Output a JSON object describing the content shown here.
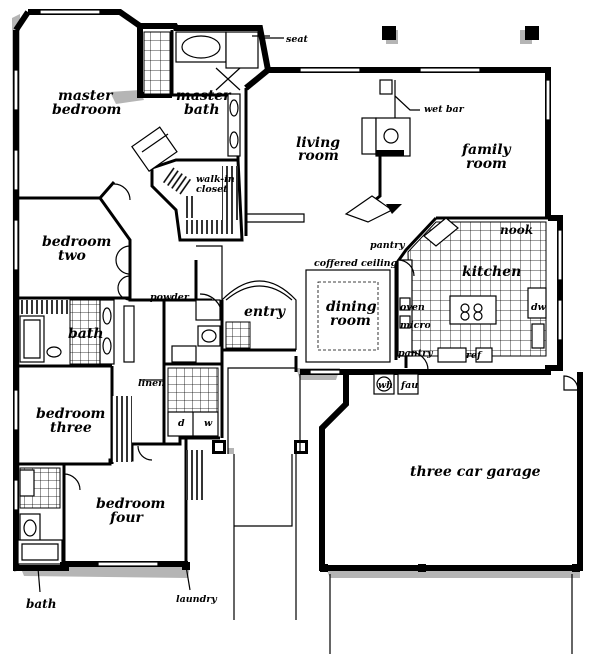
{
  "labels": {
    "master_bedroom_1": "master",
    "master_bedroom_2": "bedroom",
    "master_bath_1": "master",
    "master_bath_2": "bath",
    "seat": "seat",
    "wet_bar": "wet bar",
    "living_room_1": "living",
    "living_room_2": "room",
    "family_room_1": "family",
    "family_room_2": "room",
    "walk_in_closet_1": "walk-in",
    "walk_in_closet_2": "closet",
    "nook": "nook",
    "pantry_top": "pantry",
    "bedroom_two_1": "bedroom",
    "bedroom_two_2": "two",
    "coffered_ceiling": "coffered ceiling",
    "kitchen": "kitchen",
    "powder": "powder",
    "entry": "entry",
    "dining_room_1": "dining",
    "dining_room_2": "room",
    "oven": "oven",
    "micro": "micro",
    "dw": "dw",
    "bath_mid": "bath",
    "pantry_bottom": "pantry",
    "ref": "ref",
    "linen": "linen",
    "wh": "wh",
    "fau": "fau",
    "bedroom_three_1": "bedroom",
    "bedroom_three_2": "three",
    "d": "d",
    "w": "w",
    "three_car_garage": "three car garage",
    "bedroom_four_1": "bedroom",
    "bedroom_four_2": "four",
    "bath_bottom": "bath",
    "laundry": "laundry"
  }
}
